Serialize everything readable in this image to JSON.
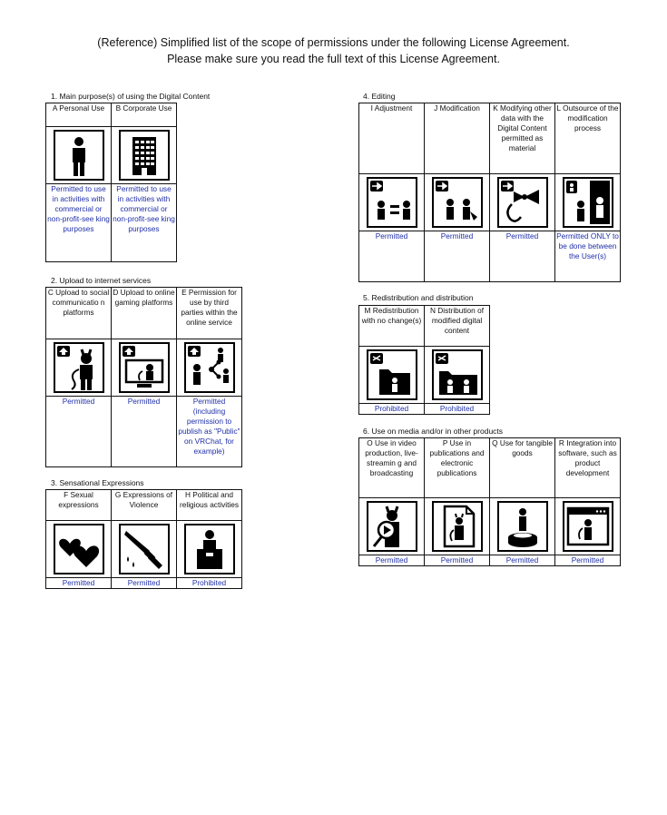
{
  "header": {
    "line1": "(Reference) Simplified list of the scope of permissions under the following License Agreement.",
    "line2": "Please make sure you read the full text of this License Agreement."
  },
  "sections": [
    {
      "id": "s1",
      "title": "1. Main purpose(s) of using the Digital Content",
      "columns": [
        {
          "header": "A Personal Use",
          "icon": "personal-user-icon",
          "status": "Permitted to use in activities with commercial or non-profit-see king purposes"
        },
        {
          "header": "B Corporate Use",
          "icon": "office-building-icon",
          "status": "Permitted to use in activities with commercial or non-profit-see king purposes"
        }
      ]
    },
    {
      "id": "s2",
      "title": "2. Upload to internet services",
      "columns": [
        {
          "header": "C Upload to social communicatio n platforms",
          "icon": "upload-social-avatar-icon",
          "status": "Permitted"
        },
        {
          "header": "D Upload to online gaming platforms",
          "icon": "upload-gaming-monitor-icon",
          "status": "Permitted"
        },
        {
          "header": "E Permission for use by third parties within the online service",
          "icon": "third-party-share-icon",
          "status": "Permitted (including permission to publish as \"Public\" on VRChat, for example)"
        }
      ]
    },
    {
      "id": "s3",
      "title": "3. Sensational Expressions",
      "columns": [
        {
          "header": "F Sexual expressions",
          "icon": "hearts-icon",
          "status": "Permitted"
        },
        {
          "header": "G Expressions of Violence",
          "icon": "knife-blood-icon",
          "status": "Permitted"
        },
        {
          "header": "H Political and religious activities",
          "icon": "podium-speaker-icon",
          "status": "Prohibited"
        }
      ]
    },
    {
      "id": "s4",
      "title": "4. Editing",
      "columns": [
        {
          "header": "I Adjustment",
          "icon": "adjustment-equals-icon",
          "status": "Permitted"
        },
        {
          "header": "J Modification",
          "icon": "modification-avatars-icon",
          "status": "Permitted"
        },
        {
          "header": "K Modifying other data with the Digital Content permitted as material",
          "icon": "modify-data-ribbon-icon",
          "status": "Permitted"
        },
        {
          "header": "L Outsource of the modification process",
          "icon": "outsource-people-icon",
          "status": "Permitted ONLY to be done between the User(s)"
        }
      ]
    },
    {
      "id": "s5",
      "title": "5. Redistribution and distribution",
      "columns": [
        {
          "header": "M Redistribution with no change(s)",
          "icon": "redistribution-folder-icon",
          "status": "Prohibited"
        },
        {
          "header": "N Distribution of modified digital content",
          "icon": "distribution-modified-icon",
          "status": "Prohibited"
        }
      ]
    },
    {
      "id": "s6",
      "title": "6. Use on media and/or in other products",
      "columns": [
        {
          "header": "O Use in video production, live-streamin g and broadcasting",
          "icon": "video-play-avatar-icon",
          "status": "Permitted"
        },
        {
          "header": "P Use in publications and electronic publications",
          "icon": "publication-page-icon",
          "status": "Permitted"
        },
        {
          "header": "Q Use for tangible goods",
          "icon": "figure-goods-icon",
          "status": "Permitted"
        },
        {
          "header": "R Integration into software, such as product development",
          "icon": "software-window-icon",
          "status": "Permitted"
        }
      ]
    }
  ]
}
